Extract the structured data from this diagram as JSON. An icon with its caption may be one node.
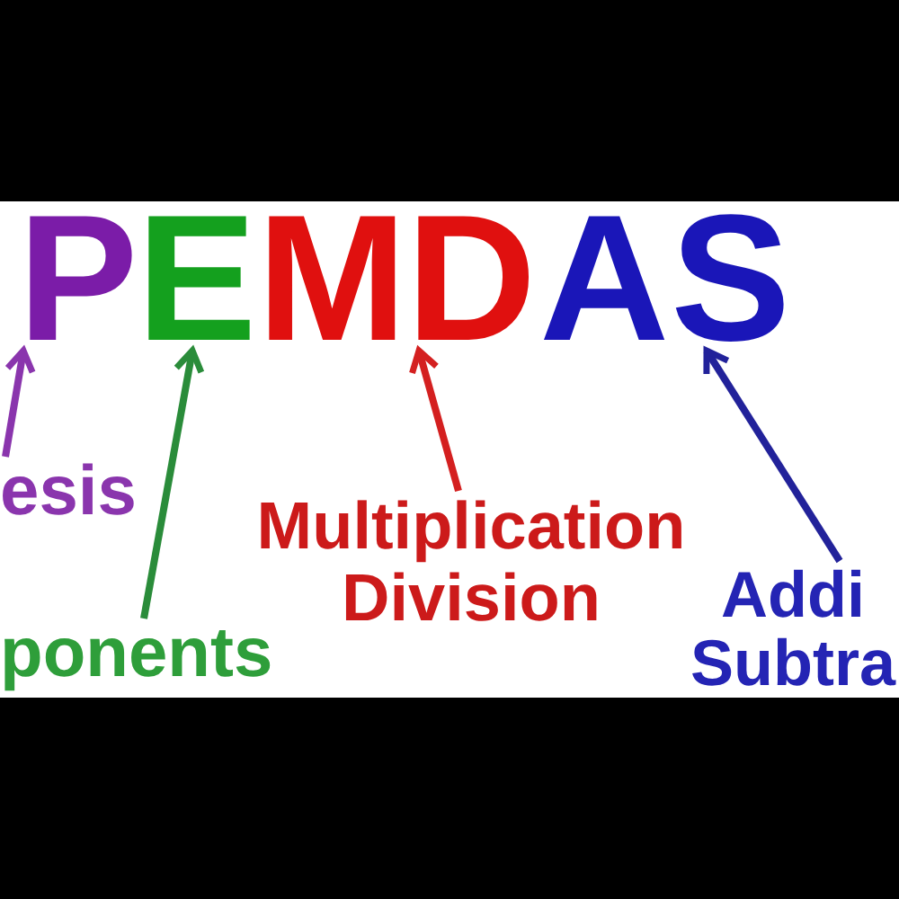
{
  "diagram": {
    "nodes": [
      {
        "text": [
          "P"
        ]
      },
      {
        "text": [
          "E"
        ]
      },
      {
        "text": [
          "M"
        ]
      },
      {
        "text": [
          "D"
        ]
      },
      {
        "text": [
          "A"
        ]
      },
      {
        "text": [
          "S"
        ]
      },
      {
        "text": [
          "esis"
        ]
      },
      {
        "text": [
          "ponents"
        ]
      },
      {
        "text": [
          "Multiplication Division"
        ]
      },
      {
        "text": [
          "Addi Subtra"
        ]
      }
    ],
    "edges": [
      {
        "from": 6,
        "to": 0,
        "arrow": "to",
        "color": "#8a35ad"
      },
      {
        "from": 7,
        "to": 1,
        "arrow": "to",
        "color": "#2a8c3a"
      },
      {
        "from": 8,
        "to": 3,
        "arrow": "to",
        "color": "#d42020"
      },
      {
        "from": 9,
        "to": 5,
        "arrow": "to",
        "color": "#22229a"
      }
    ]
  }
}
